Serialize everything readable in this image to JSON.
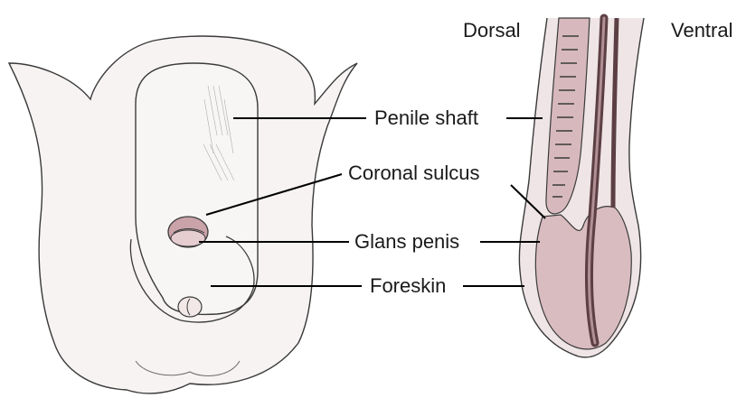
{
  "labels": {
    "dorsal": "Dorsal",
    "ventral": "Ventral",
    "penile_shaft": "Penile shaft",
    "coronal_sulcus": "Coronal sulcus",
    "glans_penis": "Glans penis",
    "foreskin": "Foreskin"
  },
  "colors": {
    "outline": "#3a3a3a",
    "tissue_fill": "#ecdfe2",
    "glans_fill": "#d9b8bd",
    "dark_tissue": "#5c3f44",
    "leader_line": "#000000"
  },
  "icons": {
    "left_view": "anterior-view-illustration",
    "right_view": "sagittal-section-illustration"
  }
}
